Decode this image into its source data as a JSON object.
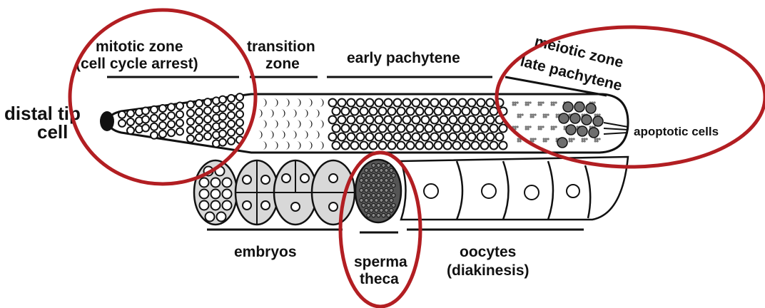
{
  "labels": {
    "distal_tip_1": "distal tip",
    "distal_tip_2": "cell",
    "mitotic_zone_1": "mitotic zone",
    "mitotic_zone_2": "(cell cycle arrest)",
    "transition_1": "transition",
    "transition_2": "zone",
    "early_pachytene": "early pachytene",
    "meiotic_zone": "meiotic zone",
    "late_pachytene": "late pachytene",
    "apoptotic_cells": "apoptotic cells",
    "embryos": "embryos",
    "spermatheca_1": "sperma",
    "spermatheca_2": "theca",
    "oocytes_1": "oocytes",
    "oocytes_2": "(diakinesis)"
  },
  "colors": {
    "ink": "#111111",
    "highlight_circle": "#b21e22",
    "embryo_fill": "#d8d8d8",
    "spermatheca_fill": "#555555",
    "apoptotic_fill": "#6e6e6e"
  }
}
